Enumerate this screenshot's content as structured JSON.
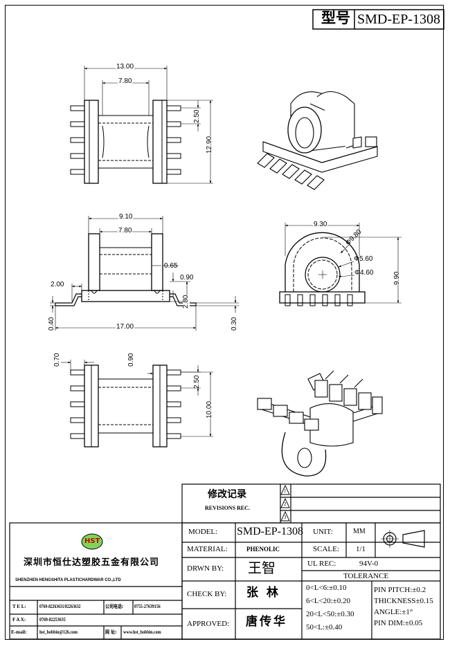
{
  "header": {
    "model_label": "型号",
    "model_value": "SMD-EP-1308"
  },
  "dims": {
    "top_width": "13.00",
    "top_inner": "7.80",
    "top_pitch": "2.50",
    "top_height": "12.90",
    "front_width": "9.10",
    "front_inner": "7.80",
    "front_wall": "0.65",
    "front_pin_t": "0.90",
    "front_pin_ext": "2.00",
    "front_pin_h": "2.80",
    "front_base": "0.40",
    "front_span": "17.00",
    "front_pin_b": "0.30",
    "side_width": "9.30",
    "side_d1": "Φ9.80",
    "side_d2": "Φ5.60",
    "side_d3": "Φ4.60",
    "side_height": "9.90",
    "bottom_left": "0.70",
    "bottom_gap": "0.90",
    "bottom_pitch": "2.50",
    "bottom_span": "10.00"
  },
  "revisions": {
    "title": "修改记录",
    "subtitle": "REVISIONS REC.",
    "marks": [
      "1",
      "2",
      "3"
    ]
  },
  "company": {
    "logo": "HST",
    "name_cn": "深圳市恒仕达塑胶五金有限公司",
    "name_en": "SHENZHEN HENGSHITA PLASTICHARDWAR CO.,LTD",
    "tel_label": "T E L:",
    "tel_value": "0769-82263631/82263632",
    "phone_label": "公司电话:",
    "phone_value": "0755-27639156",
    "fax_label": "F A X:",
    "fax_value": "0769-82253635",
    "email_label": "E-mail:",
    "email_value": "hst_bobbin@126.com",
    "web_label": "网 址:",
    "web_value": "www.hst_bobbin.com"
  },
  "table": {
    "model_label": "MODEL:",
    "model_value": "SMD-EP-1308",
    "material_label": "MATERIAL:",
    "material_value": "PHENOLIC",
    "drawn_label": "DRWN BY:",
    "drawn_value": "王智",
    "check_label": "CHECK BY:",
    "check_value": "张  林",
    "approved_label": "APPROVED:",
    "approved_value": "唐传华",
    "unit_label": "UNIT:",
    "unit_value": "MM",
    "scale_label": "SCALE:",
    "scale_value": "1/1",
    "ul_label": "UL REC:",
    "ul_value": "94V-0",
    "tolerance_label": "TOLERANCE",
    "tol_left": [
      "0<L<6:±0.10",
      "6<L<20:±0.20",
      "20<L<50:±0.30",
      "50<L:±0.40"
    ],
    "tol_right": [
      "PIN PITCH:±0.2",
      "THICKNESS±0.15",
      "ANGLE:±1°",
      "PIN DIM:±0.05"
    ]
  }
}
